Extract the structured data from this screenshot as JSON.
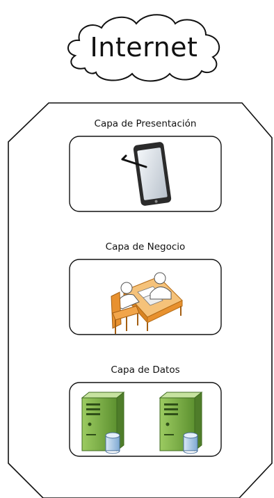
{
  "cloud": {
    "label": "Internet",
    "icon": "cloud-icon"
  },
  "container": {
    "shape": "octagon"
  },
  "layers": [
    {
      "title": "Capa de Presentación",
      "icon": "tablet-icon"
    },
    {
      "title": "Capa de Negocio",
      "icon": "business-meeting-icon"
    },
    {
      "title": "Capa de Datos",
      "icons": [
        "server-icon",
        "server-icon"
      ]
    }
  ],
  "colors": {
    "stroke": "#111111",
    "server_green": "#7fb24a",
    "server_dark": "#4f7d2a",
    "database_blue": "#9dc3e6",
    "person_orange": "#e8912f",
    "desk_orange": "#f2a54a",
    "tablet_grey": "#b9c2cc"
  }
}
